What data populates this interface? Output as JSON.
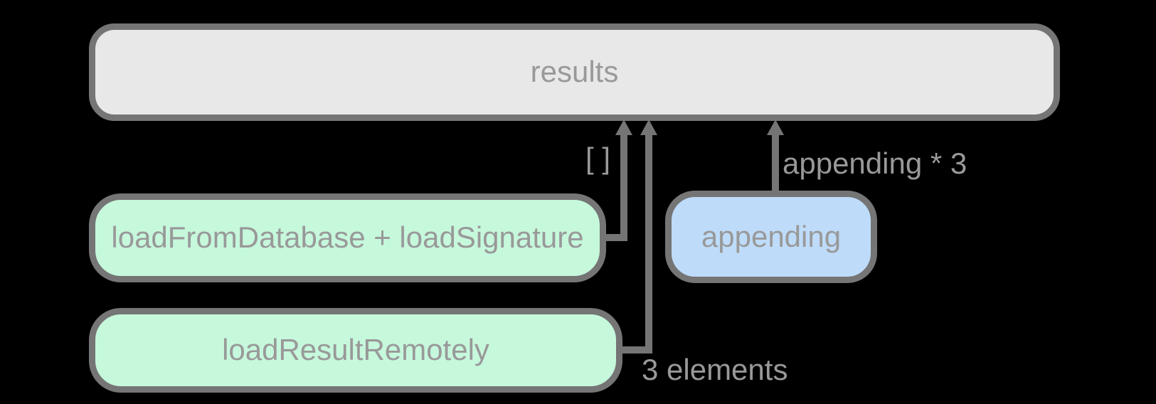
{
  "colors": {
    "background": "#000000",
    "node_border": "#757575",
    "arrow": "#757575",
    "text": "#999999",
    "results_fill": "#e8e8e8",
    "loader_fill": "#c6f8dc",
    "appending_fill": "#bedcfa"
  },
  "nodes": {
    "results": {
      "label": "results"
    },
    "load_from_database": {
      "label": "loadFromDatabase + loadSignature"
    },
    "load_result_remotely": {
      "label": "loadResultRemotely"
    },
    "appending": {
      "label": "appending"
    }
  },
  "annotations": {
    "empty_array": "[ ]",
    "appending_times_three": "appending * 3",
    "three_elements": "3 elements"
  }
}
